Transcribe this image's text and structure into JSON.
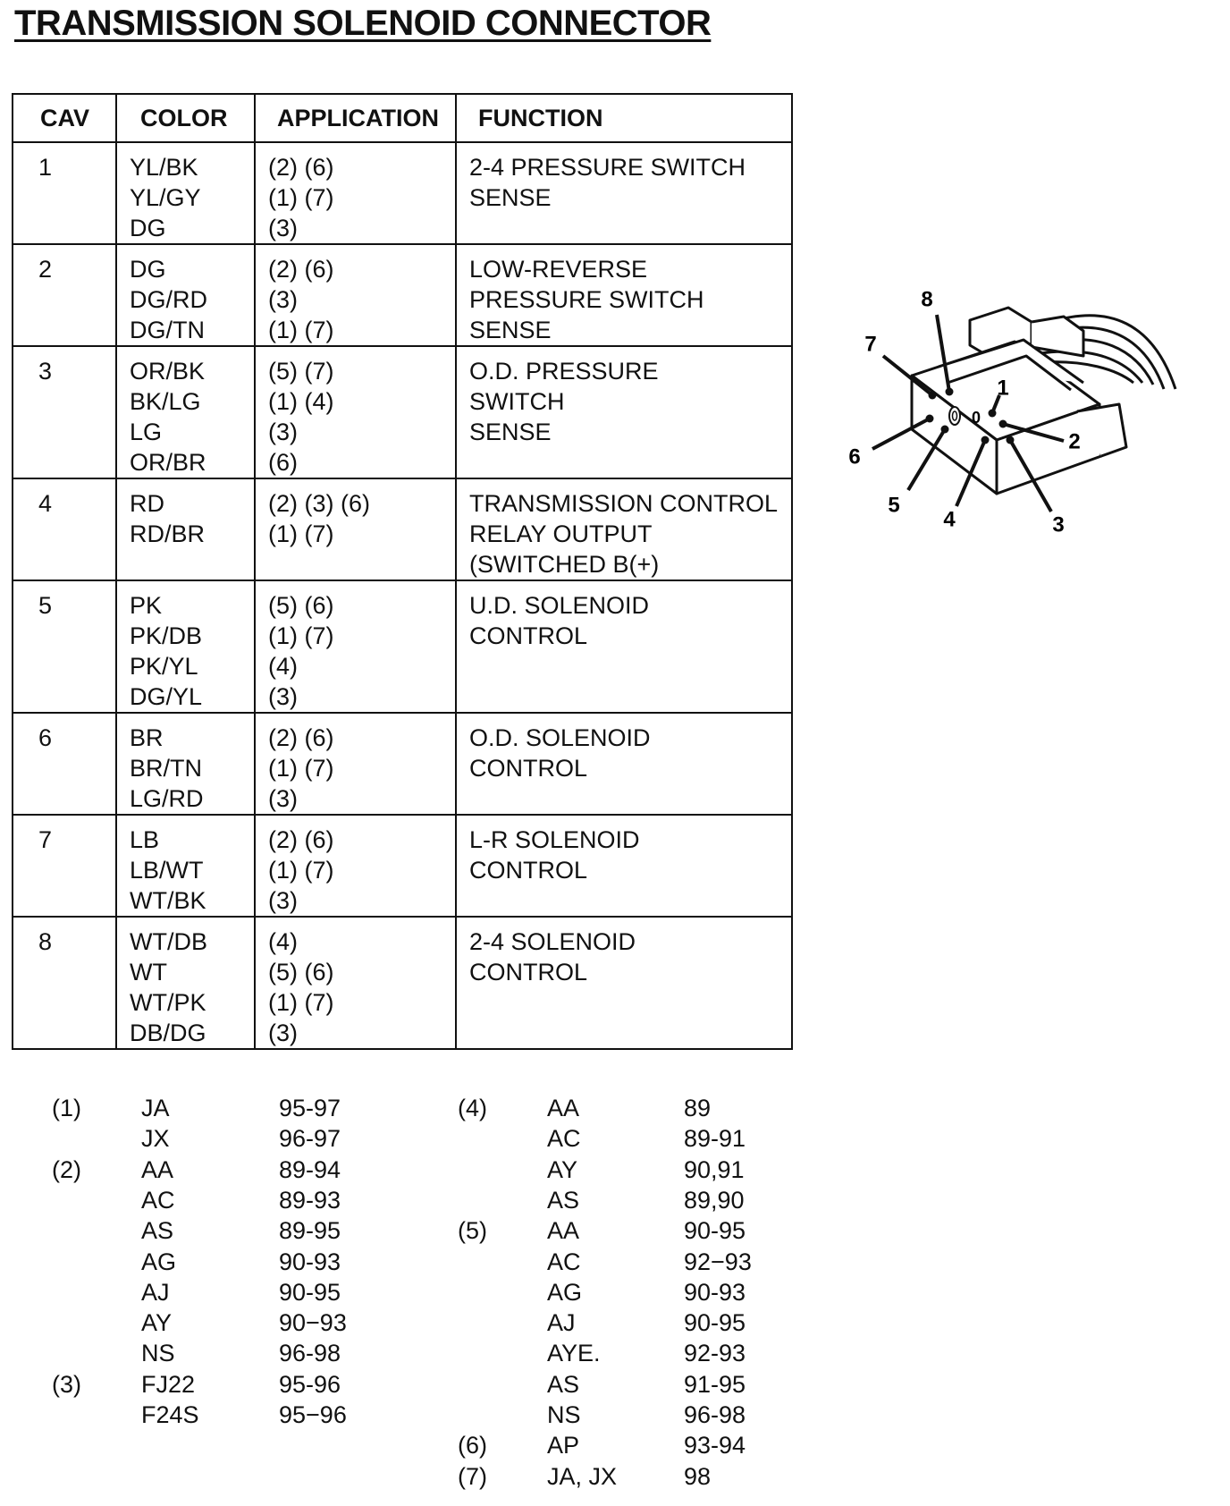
{
  "title": "TRANSMISSION SOLENOID CONNECTOR",
  "table": {
    "headers": [
      "CAV",
      "COLOR",
      "APPLICATION",
      "FUNCTION"
    ],
    "rows": [
      {
        "cav": "1",
        "colors": [
          "YL/BK",
          "YL/GY",
          "DG"
        ],
        "applications": [
          "(2) (6)",
          "(1) (7)",
          "(3)"
        ],
        "function": [
          "2-4 PRESSURE SWITCH",
          "SENSE"
        ]
      },
      {
        "cav": "2",
        "colors": [
          "DG",
          "DG/RD",
          "DG/TN"
        ],
        "applications": [
          "(2) (6)",
          "(3)",
          "(1) (7)"
        ],
        "function": [
          "LOW-REVERSE",
          "PRESSURE SWITCH",
          "SENSE"
        ]
      },
      {
        "cav": "3",
        "colors": [
          "OR/BK",
          "BK/LG",
          "LG",
          "OR/BR"
        ],
        "applications": [
          "(5) (7)",
          "(1) (4)",
          "(3)",
          "(6)"
        ],
        "function": [
          "O.D. PRESSURE",
          "SWITCH",
          "SENSE"
        ]
      },
      {
        "cav": "4",
        "colors": [
          "RD",
          "RD/BR"
        ],
        "applications": [
          "(2) (3) (6)",
          "(1) (7)"
        ],
        "function": [
          "TRANSMISSION CONTROL",
          "RELAY OUTPUT",
          "(SWITCHED B(+)"
        ]
      },
      {
        "cav": "5",
        "colors": [
          "PK",
          "PK/DB",
          "PK/YL",
          "DG/YL"
        ],
        "applications": [
          "(5) (6)",
          "(1) (7)",
          "(4)",
          "(3)"
        ],
        "function": [
          "U.D. SOLENOID",
          "CONTROL"
        ]
      },
      {
        "cav": "6",
        "colors": [
          "BR",
          "BR/TN",
          "LG/RD"
        ],
        "applications": [
          "(2) (6)",
          "(1) (7)",
          "(3)"
        ],
        "function": [
          "O.D. SOLENOID",
          "CONTROL"
        ]
      },
      {
        "cav": "7",
        "colors": [
          "LB",
          "LB/WT",
          "WT/BK"
        ],
        "applications": [
          "(2) (6)",
          "(1) (7)",
          "(3)"
        ],
        "function": [
          "L-R SOLENOID",
          "CONTROL"
        ]
      },
      {
        "cav": "8",
        "colors": [
          "WT/DB",
          "WT",
          "WT/PK",
          "DB/DG"
        ],
        "applications": [
          "(4)",
          "(5) (6)",
          "(1) (7)",
          "(3)"
        ],
        "function": [
          "2-4 SOLENOID",
          "CONTROL"
        ]
      }
    ]
  },
  "legend": {
    "left": [
      {
        "ref": "(1)",
        "code": "JA",
        "years": "95-97"
      },
      {
        "ref": "",
        "code": "JX",
        "years": "96-97"
      },
      {
        "ref": "(2)",
        "code": "AA",
        "years": "89-94"
      },
      {
        "ref": "",
        "code": "AC",
        "years": "89-93"
      },
      {
        "ref": "",
        "code": "AS",
        "years": "89-95"
      },
      {
        "ref": "",
        "code": "AG",
        "years": "90-93"
      },
      {
        "ref": "",
        "code": "AJ",
        "years": "90-95"
      },
      {
        "ref": "",
        "code": "AY",
        "years": "90−93"
      },
      {
        "ref": "",
        "code": "NS",
        "years": "96-98"
      },
      {
        "ref": "(3)",
        "code": "FJ22",
        "years": "95-96"
      },
      {
        "ref": "",
        "code": "F24S",
        "years": "95−96"
      }
    ],
    "right": [
      {
        "ref": "(4)",
        "code": "AA",
        "years": "89"
      },
      {
        "ref": "",
        "code": "AC",
        "years": "89-91"
      },
      {
        "ref": "",
        "code": "AY",
        "years": "90,91"
      },
      {
        "ref": "",
        "code": "AS",
        "years": "89,90"
      },
      {
        "ref": "(5)",
        "code": "AA",
        "years": "90-95"
      },
      {
        "ref": "",
        "code": "AC",
        "years": "92−93"
      },
      {
        "ref": "",
        "code": "AG",
        "years": "90-93"
      },
      {
        "ref": "",
        "code": "AJ",
        "years": "90-95"
      },
      {
        "ref": "",
        "code": "AYE.",
        "years": "92-93"
      },
      {
        "ref": "",
        "code": "AS",
        "years": "91-95"
      },
      {
        "ref": "",
        "code": "NS",
        "years": "96-98"
      },
      {
        "ref": "(6)",
        "code": "AP",
        "years": "93-94"
      },
      {
        "ref": "(7)",
        "code": "JA, JX",
        "years": "98"
      }
    ]
  },
  "diagram": {
    "pin_labels": [
      "1",
      "2",
      "3",
      "4",
      "5",
      "6",
      "7",
      "8"
    ],
    "key_mark": "0"
  }
}
